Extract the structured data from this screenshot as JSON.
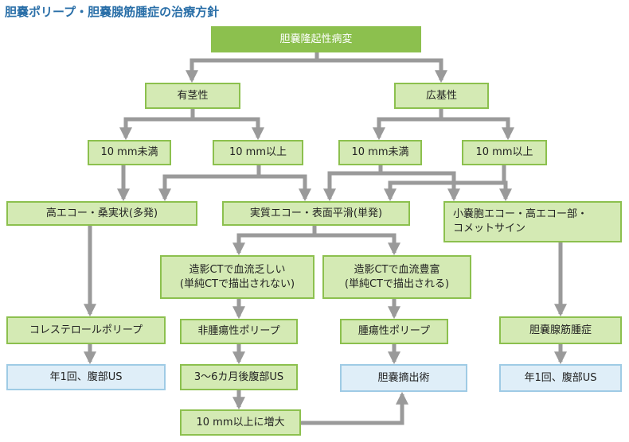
{
  "title": "胆嚢ポリープ・胆嚢腺筋腫症の治療方針",
  "colors": {
    "title": "#2a6fa8",
    "top_fill": "#8cc04e",
    "node_fill": "#d4eab4",
    "node_border": "#8cc04e",
    "outcome_fill": "#dfeef8",
    "outcome_border": "#9fcbe5",
    "arrow": "#9a9a9a"
  },
  "nodes": {
    "root": "胆嚢隆起性病変",
    "pedunculated": "有茎性",
    "sessile": "広基性",
    "ped_under10": "10 mm未満",
    "ped_over10": "10 mm以上",
    "ses_under10": "10 mm未満",
    "ses_over10": "10 mm以上",
    "high_echo": "高エコー・桑実状(多発)",
    "solid_echo": "実質エコー・表面平滑(単発)",
    "cyst_echo_line1": "小嚢胞エコー・高エコー部・",
    "cyst_echo_line2": "コメットサイン",
    "ct_poor_line1": "造影CTで血流乏しい",
    "ct_poor_line2": "(単純CTで描出されない)",
    "ct_rich_line1": "造影CTで血流豊富",
    "ct_rich_line2": "(単純CTで描出される)",
    "cholesterol_polyp": "コレステロールポリープ",
    "non_neoplastic": "非腫瘍性ポリープ",
    "neoplastic": "腫瘍性ポリープ",
    "adenomyomatosis": "胆嚢腺筋腫症",
    "yearly_us_1": "年1回、腹部US",
    "followup": "3～6カ月後腹部US",
    "cholecystectomy": "胆嚢摘出術",
    "yearly_us_2": "年1回、腹部US",
    "enlarged": "10 mm以上に増大"
  }
}
